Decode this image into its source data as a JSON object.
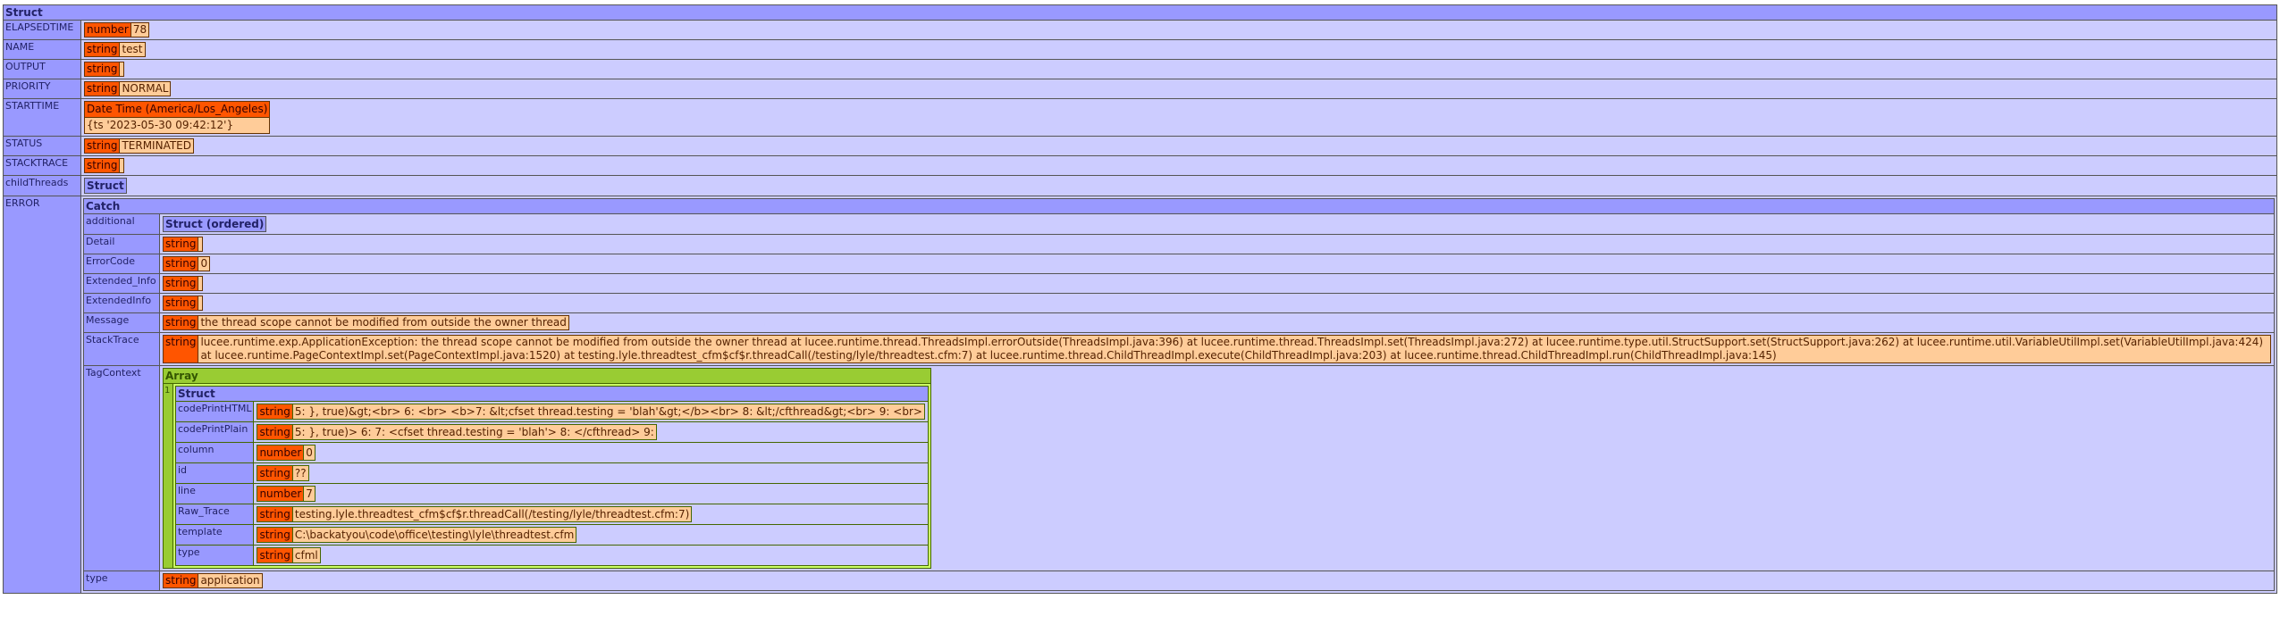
{
  "labels": {
    "struct": "Struct",
    "struct_ordered": "Struct (ordered)",
    "catch": "Catch",
    "array": "Array",
    "string": "string",
    "number": "number",
    "datetime": "Date Time (America/Los_Angeles)"
  },
  "top": {
    "elapsedtime": {
      "key": "ELAPSEDTIME",
      "value": "78"
    },
    "name": {
      "key": "NAME",
      "value": "test"
    },
    "output": {
      "key": "OUTPUT",
      "value": ""
    },
    "priority": {
      "key": "PRIORITY",
      "value": "NORMAL"
    },
    "starttime": {
      "key": "STARTTIME",
      "value": "{ts '2023-05-30 09:42:12'}"
    },
    "status": {
      "key": "STATUS",
      "value": "TERMINATED"
    },
    "stacktrace": {
      "key": "STACKTRACE",
      "value": ""
    },
    "childthreads": {
      "key": "childThreads"
    },
    "error": {
      "key": "ERROR"
    }
  },
  "error": {
    "additional": {
      "key": "additional"
    },
    "detail": {
      "key": "Detail",
      "value": ""
    },
    "errorcode": {
      "key": "ErrorCode",
      "value": "0"
    },
    "extended_info": {
      "key": "Extended_Info",
      "value": ""
    },
    "extendedinfo": {
      "key": "ExtendedInfo",
      "value": ""
    },
    "message": {
      "key": "Message",
      "value": "the thread scope cannot be modified from outside the owner thread"
    },
    "stacktrace": {
      "key": "StackTrace",
      "value": "lucee.runtime.exp.ApplicationException: the thread scope cannot be modified from outside the owner thread at lucee.runtime.thread.ThreadsImpl.errorOutside(ThreadsImpl.java:396) at lucee.runtime.thread.ThreadsImpl.set(ThreadsImpl.java:272) at lucee.runtime.type.util.StructSupport.set(StructSupport.java:262) at lucee.runtime.util.VariableUtilImpl.set(VariableUtilImpl.java:424) at lucee.runtime.PageContextImpl.set(PageContextImpl.java:1520) at testing.lyle.threadtest_cfm$cf$r.threadCall(/testing/lyle/threadtest.cfm:7) at lucee.runtime.thread.ChildThreadImpl.execute(ChildThreadImpl.java:203) at lucee.runtime.thread.ChildThreadImpl.run(ChildThreadImpl.java:145)"
    },
    "tagcontext": {
      "key": "TagContext"
    },
    "type": {
      "key": "type",
      "value": "application"
    }
  },
  "tagcontext": {
    "index": "1",
    "codeprinthtml": {
      "key": "codePrintHTML",
      "value": "5: }, true)&gt;<br> 6: <br> <b>7: &lt;cfset thread.testing = 'blah'&gt;</b><br> 8: &lt;/cfthread&gt;<br> 9: <br>"
    },
    "codeprintplain": {
      "key": "codePrintPlain",
      "value": "5: }, true)> 6: 7: <cfset thread.testing = 'blah'> 8: </cfthread> 9:"
    },
    "column": {
      "key": "column",
      "value": "0"
    },
    "id": {
      "key": "id",
      "value": "??"
    },
    "line": {
      "key": "line",
      "value": "7"
    },
    "raw_trace": {
      "key": "Raw_Trace",
      "value": "testing.lyle.threadtest_cfm$cf$r.threadCall(/testing/lyle/threadtest.cfm:7)"
    },
    "template": {
      "key": "template",
      "value": "C:\\backatyou\\code\\office\\testing\\lyle\\threadtest.cfm"
    },
    "type": {
      "key": "type",
      "value": "cfml"
    }
  },
  "colors": {
    "struct_header": "#9999ff",
    "struct_body": "#ccccff",
    "type_label": "#ff5500",
    "value_bg": "#ffcc99",
    "array_header": "#99cc33",
    "array_body": "#ccff66"
  }
}
